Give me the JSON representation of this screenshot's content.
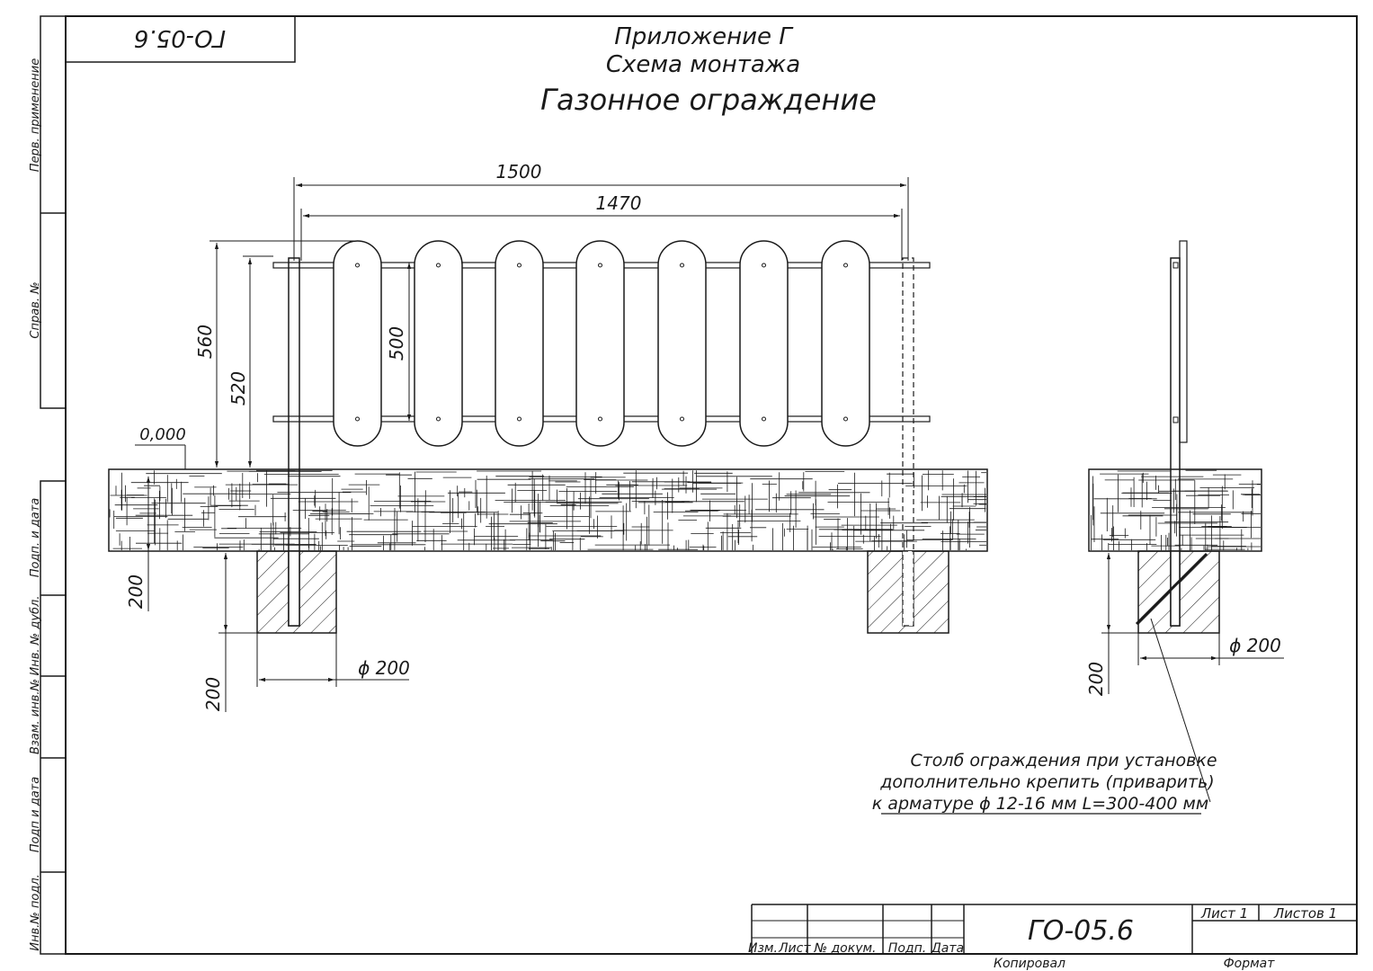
{
  "header": {
    "title_line1": "Приложение Г",
    "title_line2": "Схема монтажа",
    "title_line3": "Газонное ограждение",
    "stamp_code_mirrored": "ГО-05.6"
  },
  "sidebar": {
    "field1": "Перв. применение",
    "field2": "Справ. №",
    "field3": "Подп. и дата",
    "field4": "Инв. № дубл.",
    "field5": "Взам. инв.№",
    "field6": "Подп и дата",
    "field7": "Инв.№ подл."
  },
  "dimensions": {
    "d1500": "1500",
    "d1470": "1470",
    "d560": "560",
    "d520": "520",
    "d500": "500",
    "level": "0,000",
    "d200_left_a": "200",
    "d200_left_b": "200",
    "dia_left": "ϕ 200",
    "dia_right": "ϕ 200",
    "d200_right": "200"
  },
  "note": {
    "line1": "Столб ограждения при установке",
    "line2": "дополнительно крепить (приварить)",
    "line3": "к арматуре ϕ 12-16 мм L=300-400 мм"
  },
  "title_block": {
    "col_izm_list": "Изм.",
    "col_list": "Лист",
    "col_doc": "№ докум.",
    "col_sign": "Подп.",
    "col_date": "Дата",
    "designation": "ГО-05.6",
    "sheet_label": "Лист 1",
    "sheets_label": "Листов 1",
    "copied": "Копировал",
    "format": "Формат"
  }
}
